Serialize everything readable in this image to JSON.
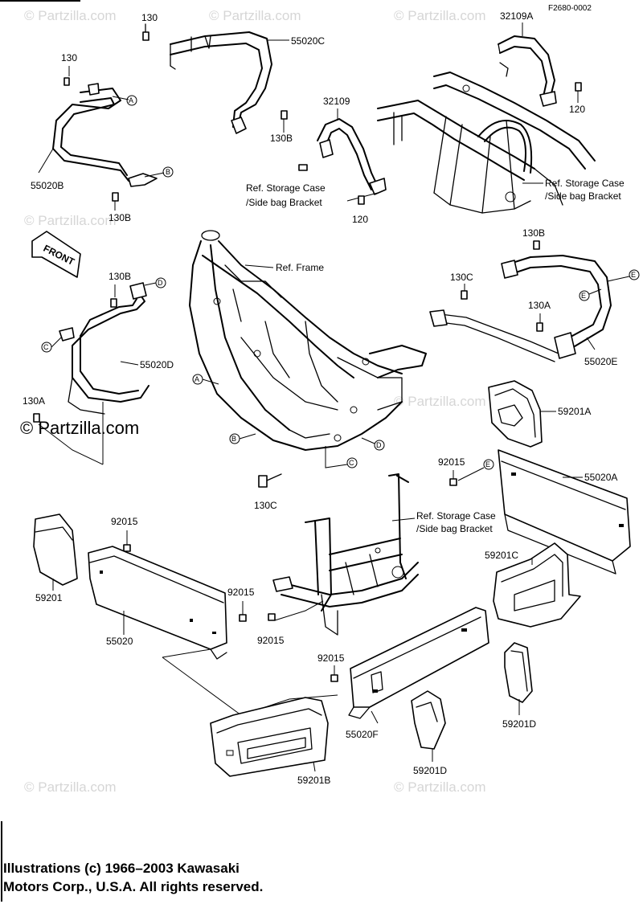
{
  "diagram": {
    "code": "F2680-0002",
    "watermark": "© Partzilla.com",
    "watermark_main": "© Partzilla.com",
    "front_label": "FRONT",
    "parts": {
      "p55020C": "55020C",
      "p32109A": "32109A",
      "p130_a": "130",
      "p130_b": "130",
      "p32109": "32109",
      "p120_a": "120",
      "p120_b": "120",
      "p130B_a": "130B",
      "p130B_b": "130B",
      "p130B_c": "130B",
      "p130B_d": "130B",
      "p55020B": "55020B",
      "p55020D": "55020D",
      "p130A_a": "130A",
      "p130A_b": "130A",
      "p130C_a": "130C",
      "p130C_b": "130C",
      "p55020E": "55020E",
      "p59201A": "59201A",
      "p92015_a": "92015",
      "p92015_b": "92015",
      "p92015_c": "92015",
      "p92015_d": "92015",
      "p92015_e": "92015",
      "p55020A": "55020A",
      "p59201": "59201",
      "p55020": "55020",
      "p59201C": "59201C",
      "p59201D_a": "59201D",
      "p59201D_b": "59201D",
      "p55020F": "55020F",
      "p59201B": "59201B"
    },
    "refs": {
      "storage1_l1": "Ref. Storage Case",
      "storage1_l2": "/Side bag Bracket",
      "storage2_l1": "Ref. Storage Case",
      "storage2_l2": "/Side bag Bracket",
      "storage3_l1": "Ref. Storage Case",
      "storage3_l2": "/Side bag Bracket",
      "frame": "Ref. Frame"
    },
    "callouts": {
      "A": "A",
      "B": "B",
      "C": "C",
      "D": "D",
      "E": "E"
    }
  },
  "footer": {
    "line1": "Illustrations (c) 1966–2003 Kawasaki",
    "line2": "Motors Corp., U.S.A.  All rights reserved."
  }
}
